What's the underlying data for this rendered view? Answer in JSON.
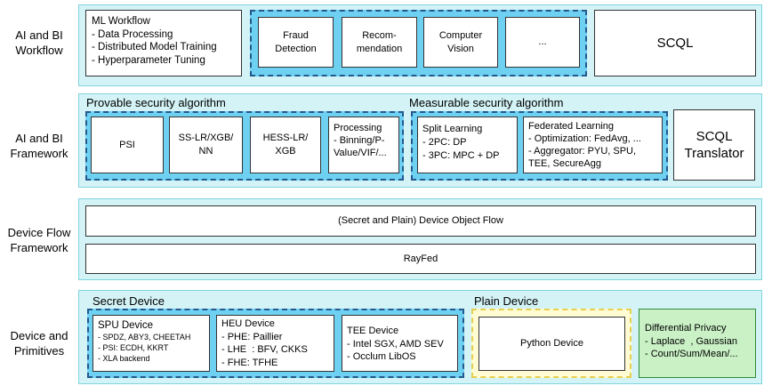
{
  "rows": {
    "workflow": "AI and BI\nWorkflow",
    "framework": "AI and BI\nFramework",
    "device_flow": "Device Flow\nFramework",
    "device_primitives": "Device and\nPrimitives"
  },
  "workflow_layer": {
    "ml_workflow": {
      "title": "ML Workflow",
      "items": [
        "- Data Processing",
        "- Distributed Model Training",
        "- Hyperparameter Tuning"
      ]
    },
    "applications": [
      "Fraud\nDetection",
      "Recom-\nmendation",
      "Computer\nVision",
      "..."
    ],
    "scql": "SCQL"
  },
  "framework_layer": {
    "provable_title": "Provable security algorithm",
    "provable": [
      "PSI",
      "SS-LR/XGB/\nNN",
      "HESS-LR/\nXGB",
      "Processing\n- Binning/P-\nValue/VIF/..."
    ],
    "measurable_title": "Measurable security algorithm",
    "split_learning": "Split Learning\n- 2PC: DP\n- 3PC: MPC + DP",
    "federated_learning": "Federated Learning\n- Optimization: FedAvg, ...\n- Aggregator: PYU, SPU,\nTEE, SecureAgg",
    "scql_translator": "SCQL\nTranslator"
  },
  "device_flow_layer": {
    "object_flow": "(Secret and Plain) Device Object Flow",
    "rayfed": "RayFed"
  },
  "device_layer": {
    "secret_title": "Secret Device",
    "spu": {
      "title": "SPU Device",
      "items": [
        "- SPDZ, ABY3, CHEETAH",
        "- PSI: ECDH, KKRT",
        "- XLA backend"
      ]
    },
    "heu": {
      "title": "HEU Device",
      "items": [
        "- PHE: Paillier",
        "- LHE  : BFV, CKKS",
        "- FHE: TFHE"
      ]
    },
    "tee": {
      "title": "TEE Device",
      "items": [
        "- Intel SGX, AMD SEV",
        "- Occlum LibOS"
      ]
    },
    "plain_title": "Plain Device",
    "python_device": "Python Device",
    "dp": {
      "title": "Differential Privacy",
      "items": [
        "- Laplace  , Gaussian",
        "- Count/Sum/Mean/..."
      ]
    }
  },
  "colors": {
    "band_fill": "#d4f3f6",
    "group_fill": "#6fd1f2",
    "group_border": "#23598f",
    "plain_fill": "#fffbd2",
    "plain_border": "#e6cf4f",
    "dp_fill": "#c9f1c5",
    "dp_border": "#2e8b3a"
  }
}
